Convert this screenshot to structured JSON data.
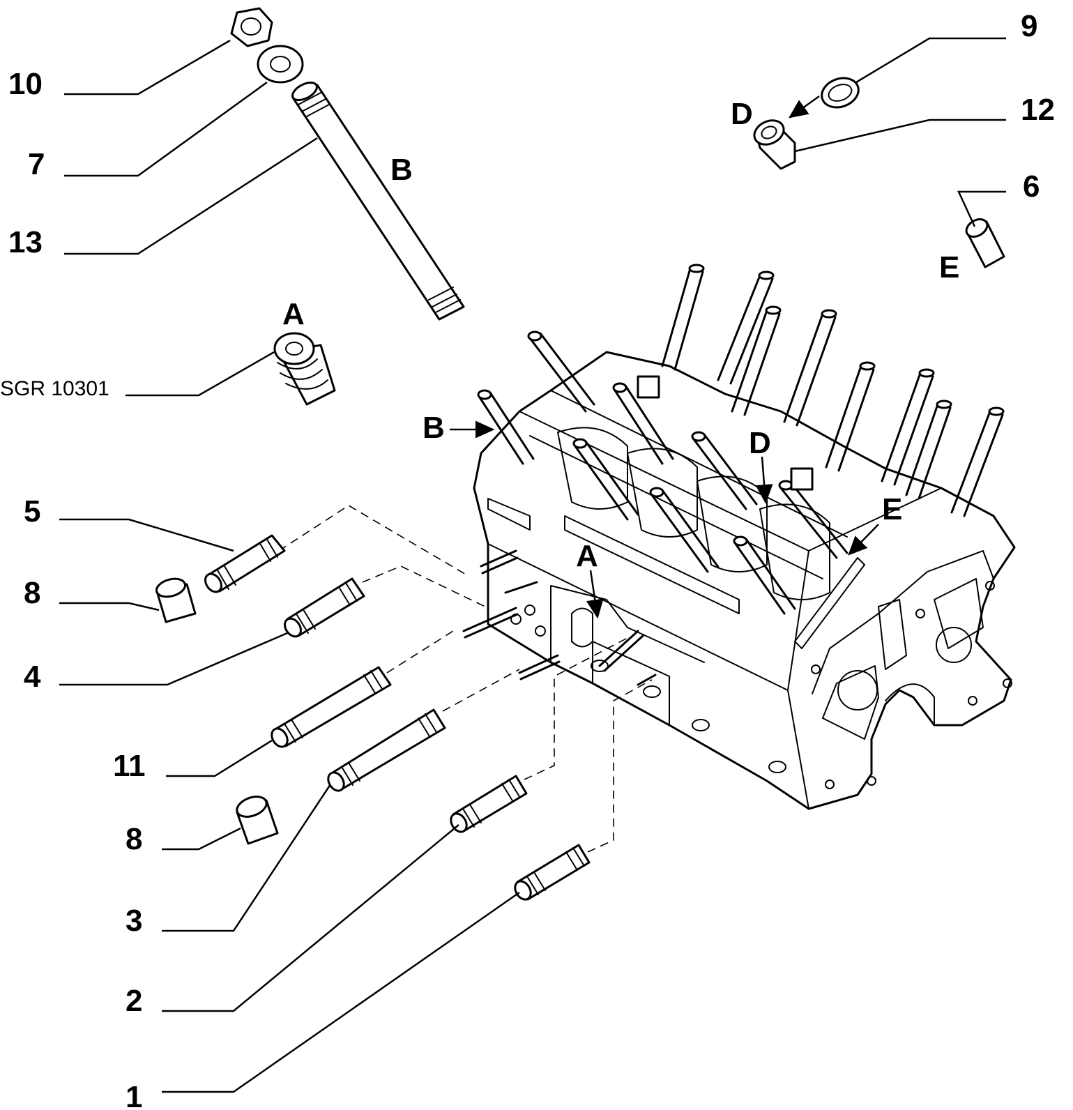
{
  "callouts": {
    "n1": "1",
    "n2": "2",
    "n3": "3",
    "n4": "4",
    "n5": "5",
    "n6": "6",
    "n7": "7",
    "n8a": "8",
    "n8b": "8",
    "n9": "9",
    "n10": "10",
    "n11": "11",
    "n12": "12",
    "n13": "13",
    "sgr": "SGR 10301"
  },
  "detail_letters": {
    "a_top": "A",
    "a_block": "A",
    "b_top": "B",
    "b_block": "B",
    "d_top": "D",
    "d_block": "D",
    "e_top": "E",
    "e_block": "E"
  }
}
